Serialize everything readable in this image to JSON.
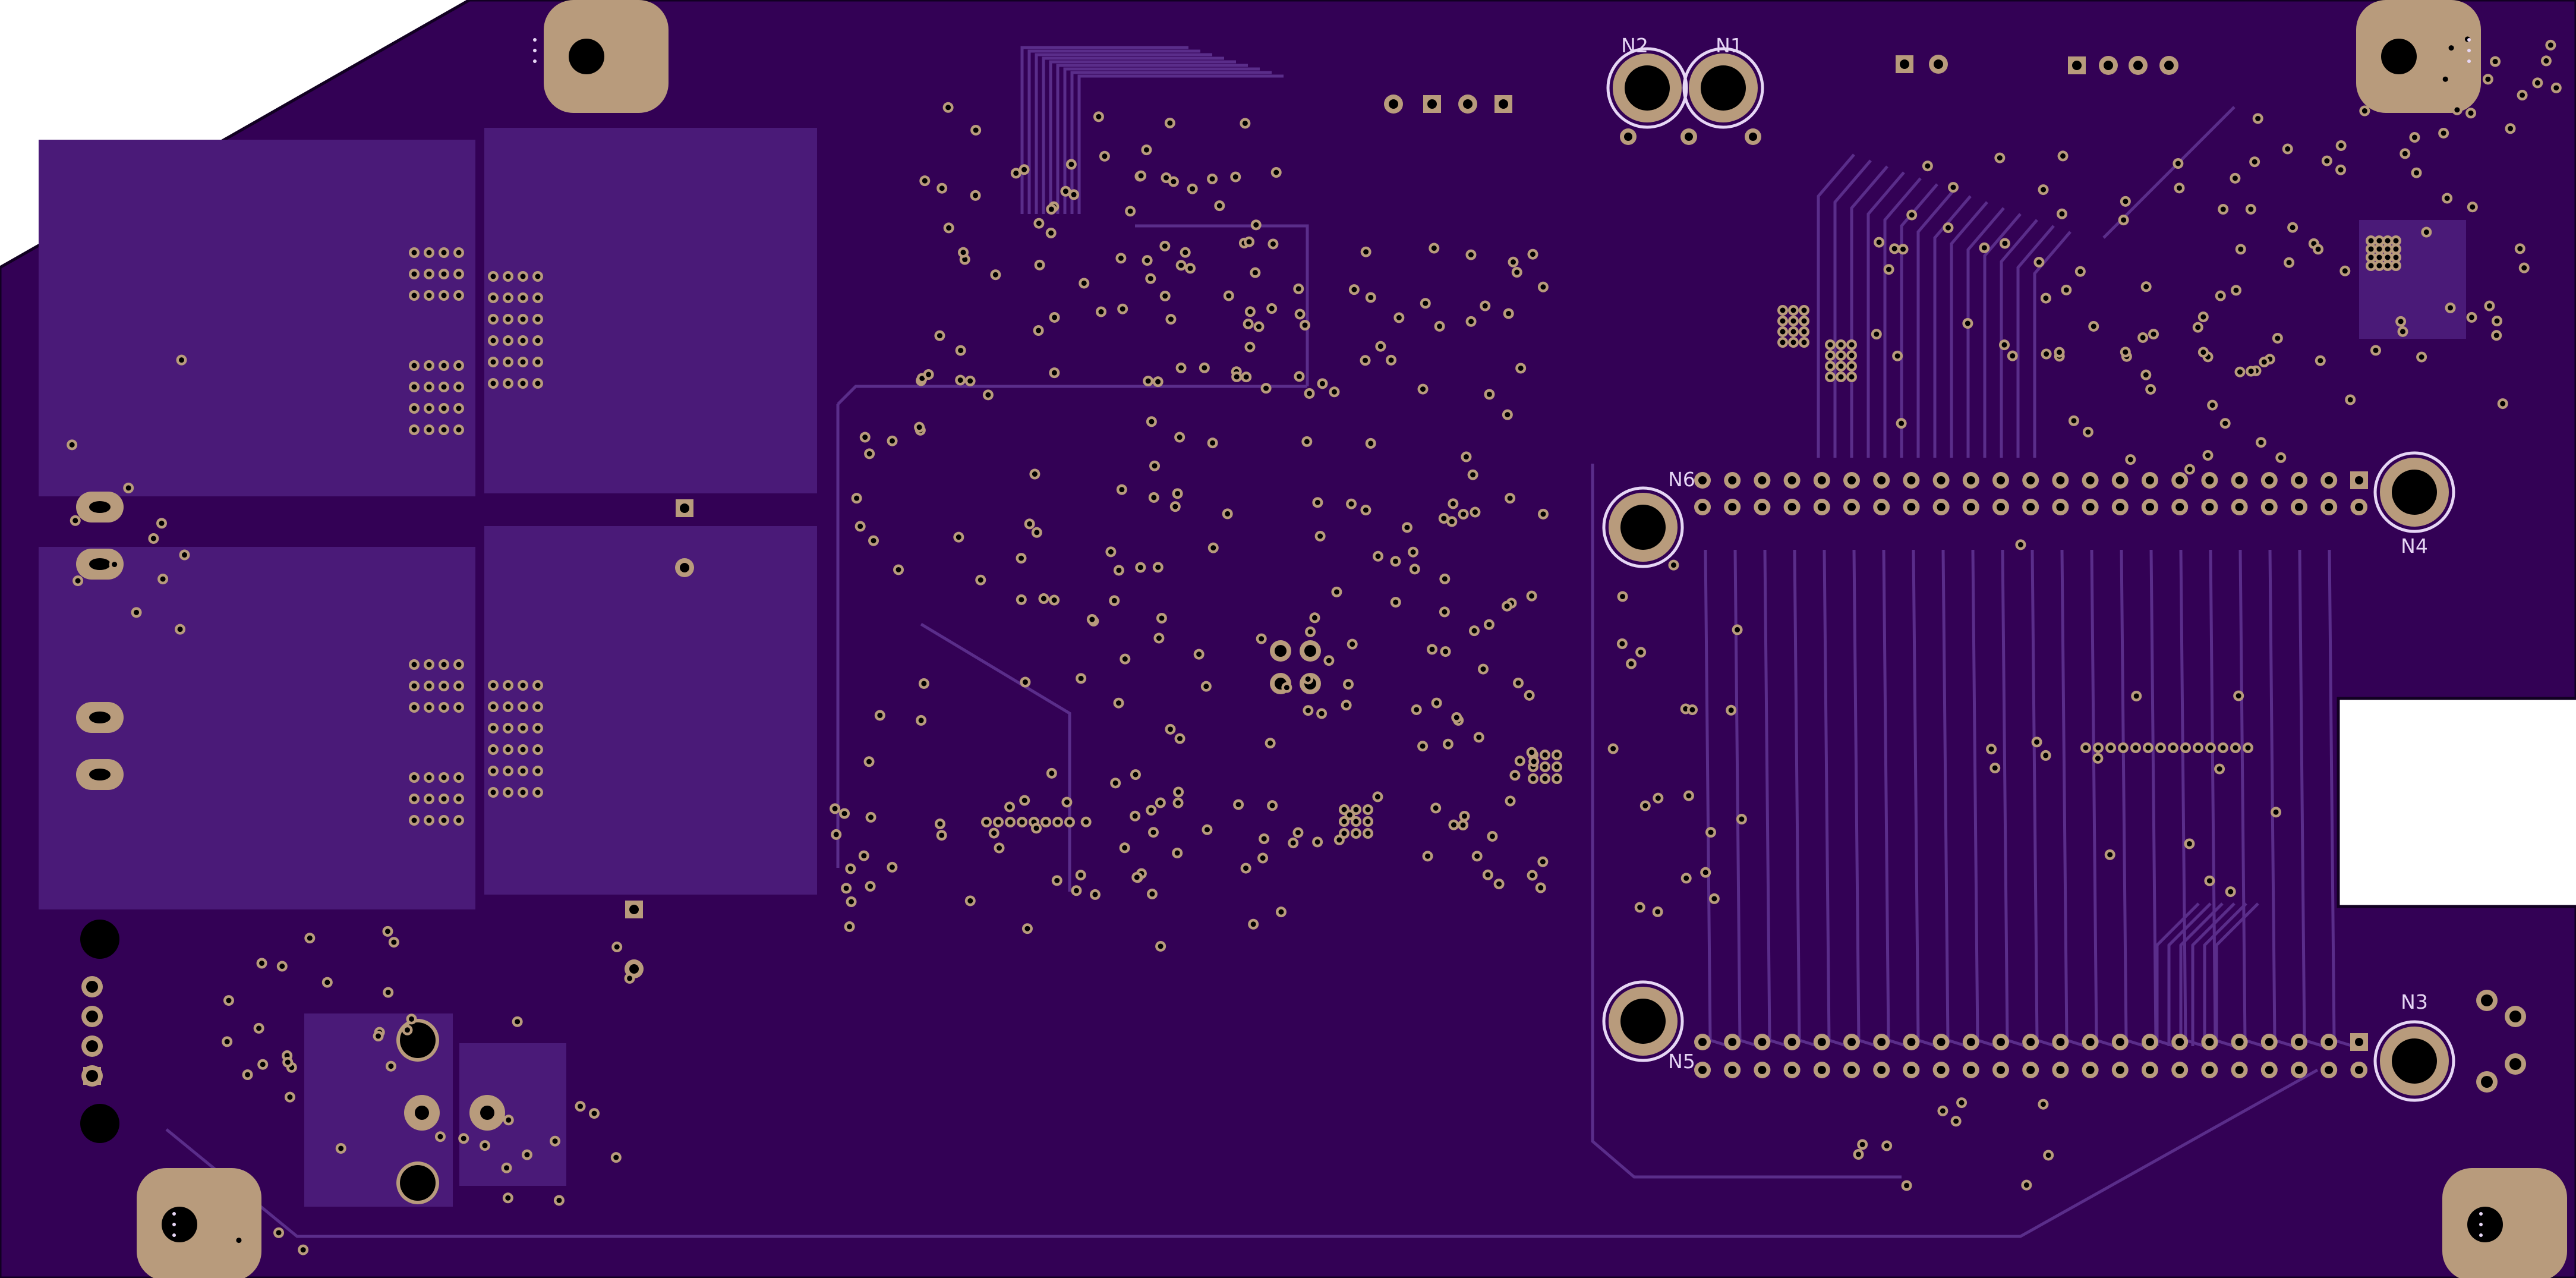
{
  "board": {
    "view": "bottom copper layer",
    "colors": {
      "background": "#ffffff",
      "board": "#330155",
      "board_edge": "#120022",
      "copper_pour": "#4a1a78",
      "trace": "#5a2d8a",
      "pad": "#b89b7c",
      "drill": "#000000",
      "silkscreen": "#e6d6f5"
    }
  },
  "labels": [
    {
      "id": "N1",
      "text": "N1"
    },
    {
      "id": "N2",
      "text": "N2"
    },
    {
      "id": "N3",
      "text": "N3"
    },
    {
      "id": "N4",
      "text": "N4"
    },
    {
      "id": "N5",
      "text": "N5"
    },
    {
      "id": "N6",
      "text": "N6"
    }
  ],
  "components": {
    "mounting_holes_plated": [
      "N1",
      "N2",
      "N3",
      "N4",
      "N5",
      "N6"
    ],
    "corner_mounting_pads": 4,
    "pin_header_rows": [
      {
        "name": "upper-header",
        "rows": 2,
        "columns": 23
      },
      {
        "name": "lower-header",
        "rows": 2,
        "columns": 23
      }
    ],
    "left_connector_pads": 5,
    "power_jack_pads": 4
  }
}
